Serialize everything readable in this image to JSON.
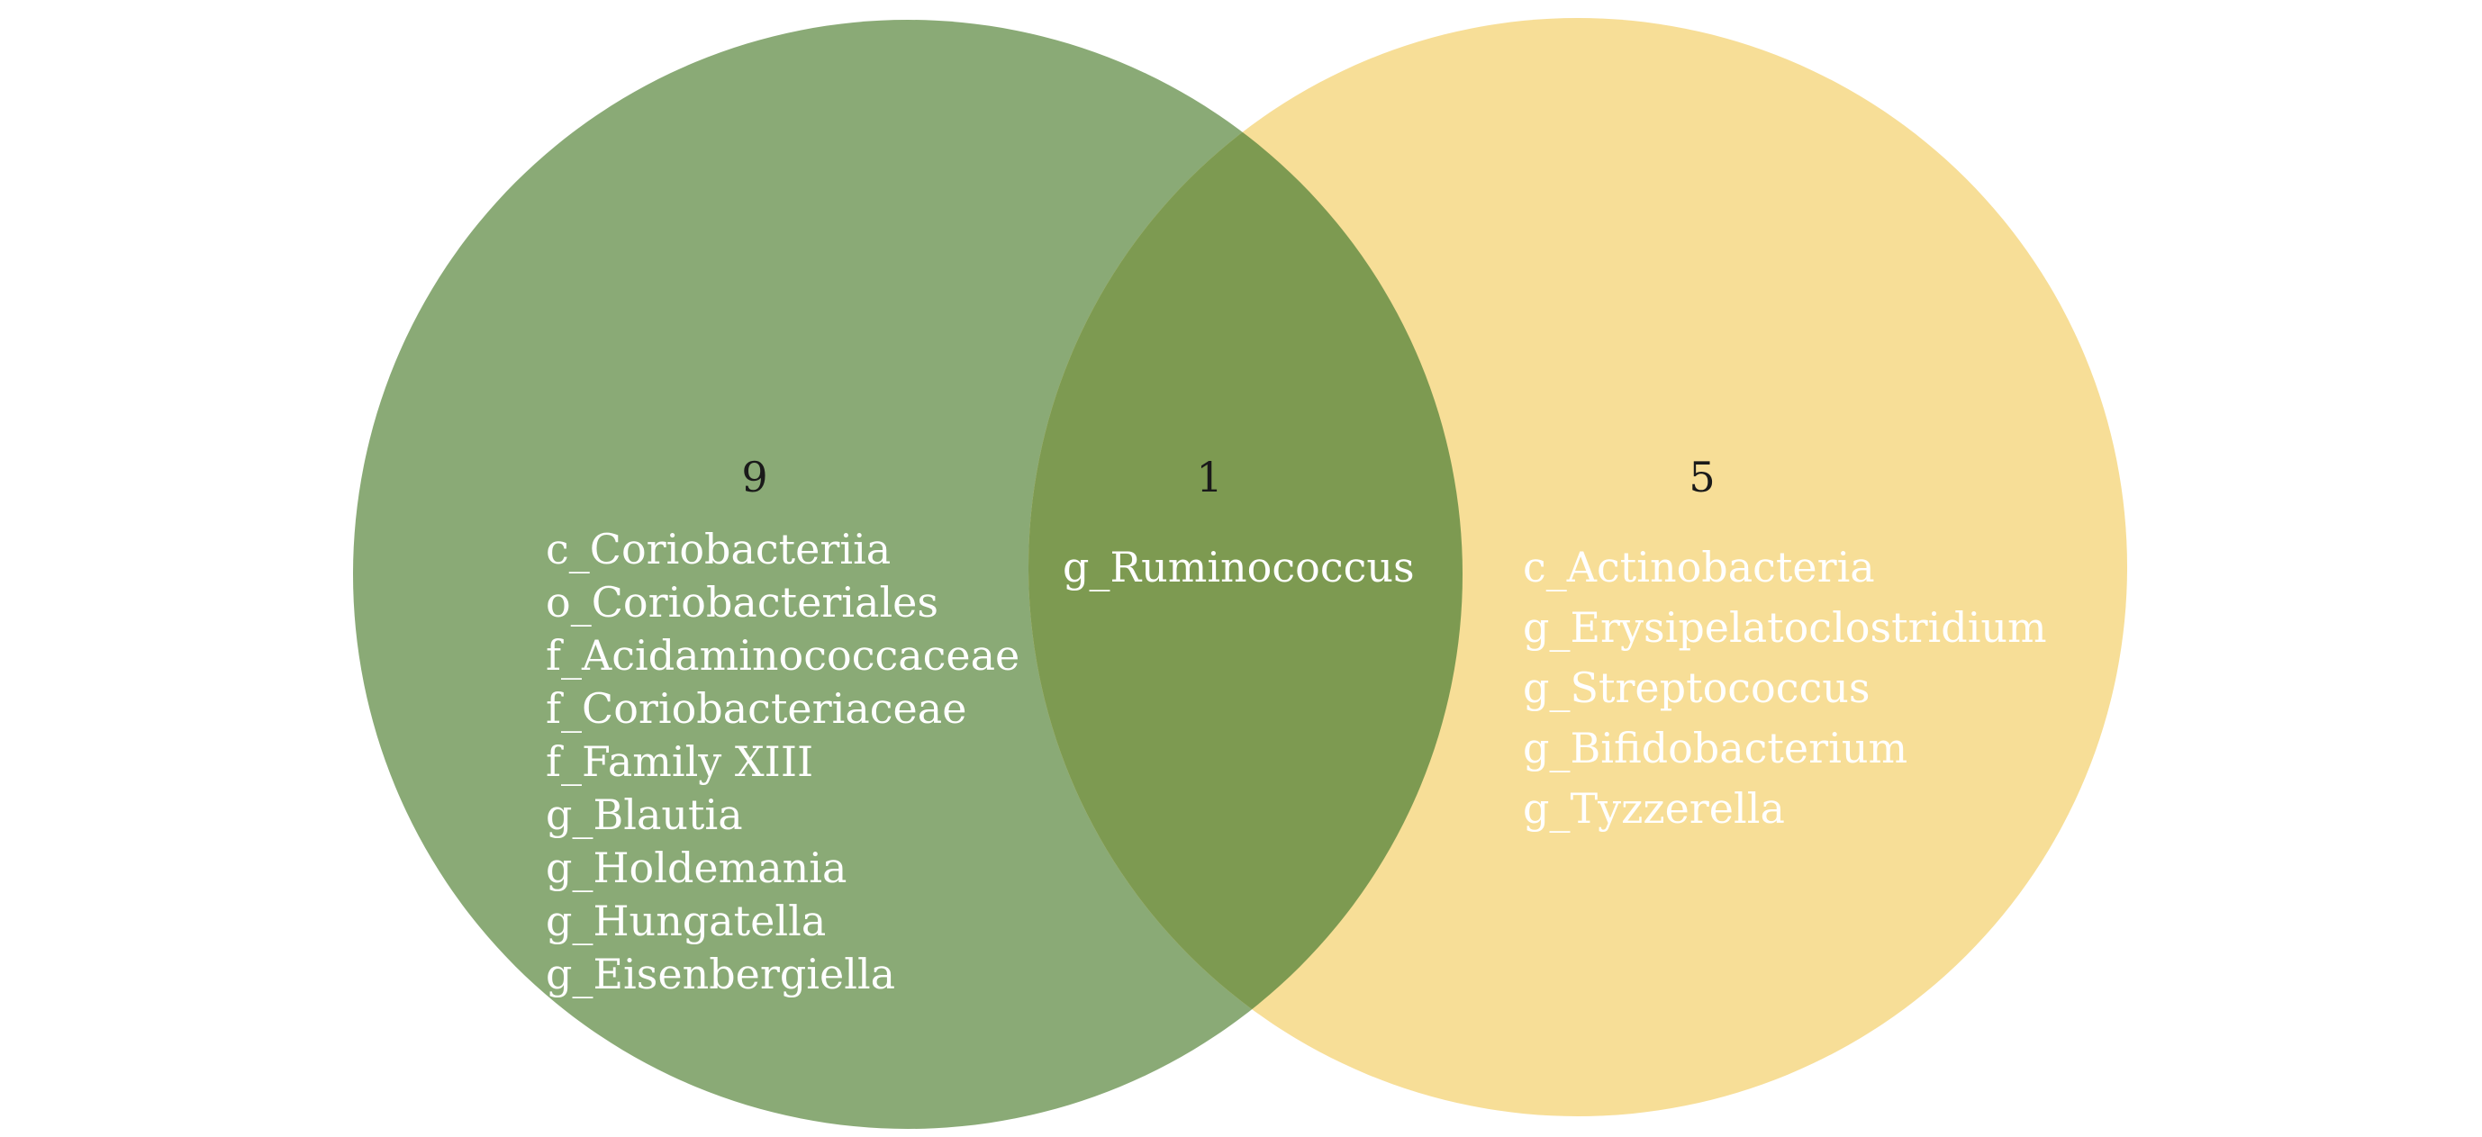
{
  "colors": {
    "left_set": "#8aaa76",
    "right_set": "#f7de97",
    "intersection": "#7d9a51",
    "count_text": "#1a1a1a",
    "item_text": "#ffffff"
  },
  "regions": {
    "left_only": {
      "count": "9",
      "items": [
        "c_Coriobacteriia",
        "o_Coriobacteriales",
        "f_Acidaminococcaceae",
        "f_Coriobacteriaceae",
        "f_Family XIII",
        "g_Blautia",
        "g_Holdemania",
        "g_Hungatella",
        "g_Eisenbergiella"
      ]
    },
    "intersection": {
      "count": "1",
      "items": [
        "g_Ruminococcus"
      ]
    },
    "right_only": {
      "count": "5",
      "items": [
        "c_Actinobacteria",
        "g_Erysipelatoclostridium",
        "g_Streptococcus",
        "g_Bifidobacterium",
        "g_Tyzzerella"
      ]
    }
  }
}
